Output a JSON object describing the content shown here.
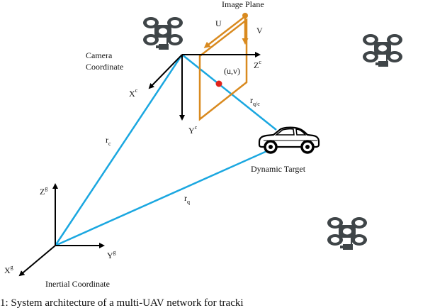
{
  "labels": {
    "image_plane": "Image Plane",
    "u": "U",
    "v": "V",
    "camera_coord_line1": "Camera",
    "camera_coord_line2": "Coordinate",
    "xc": "X",
    "xc_sup": "c",
    "yc": "Y",
    "yc_sup": "c",
    "zc": "Z",
    "zc_sup": "c",
    "uv": "(u,v)",
    "rqc": "r",
    "rqc_sub": "q/c",
    "rc": "r",
    "rc_sub": "c",
    "rq": "r",
    "rq_sub": "q",
    "dynamic_target": "Dynamic Target",
    "zg": "Z",
    "zg_sup": "g",
    "yg": "Y",
    "yg_sup": "g",
    "xg": "X",
    "xg_sup": "g",
    "inertial_coord": "Inertial Coordinate"
  },
  "caption": "1: System architecture of a multi-UAV network for tracki",
  "colors": {
    "vector_blue": "#1aa7e0",
    "image_plane_orange": "#d98a1f",
    "axis_black": "#000000",
    "drone_body": "#3f4548",
    "projection_point": "#e0241b"
  },
  "icons": {
    "drone": "quadcopter-drone-icon",
    "car": "car-icon"
  }
}
